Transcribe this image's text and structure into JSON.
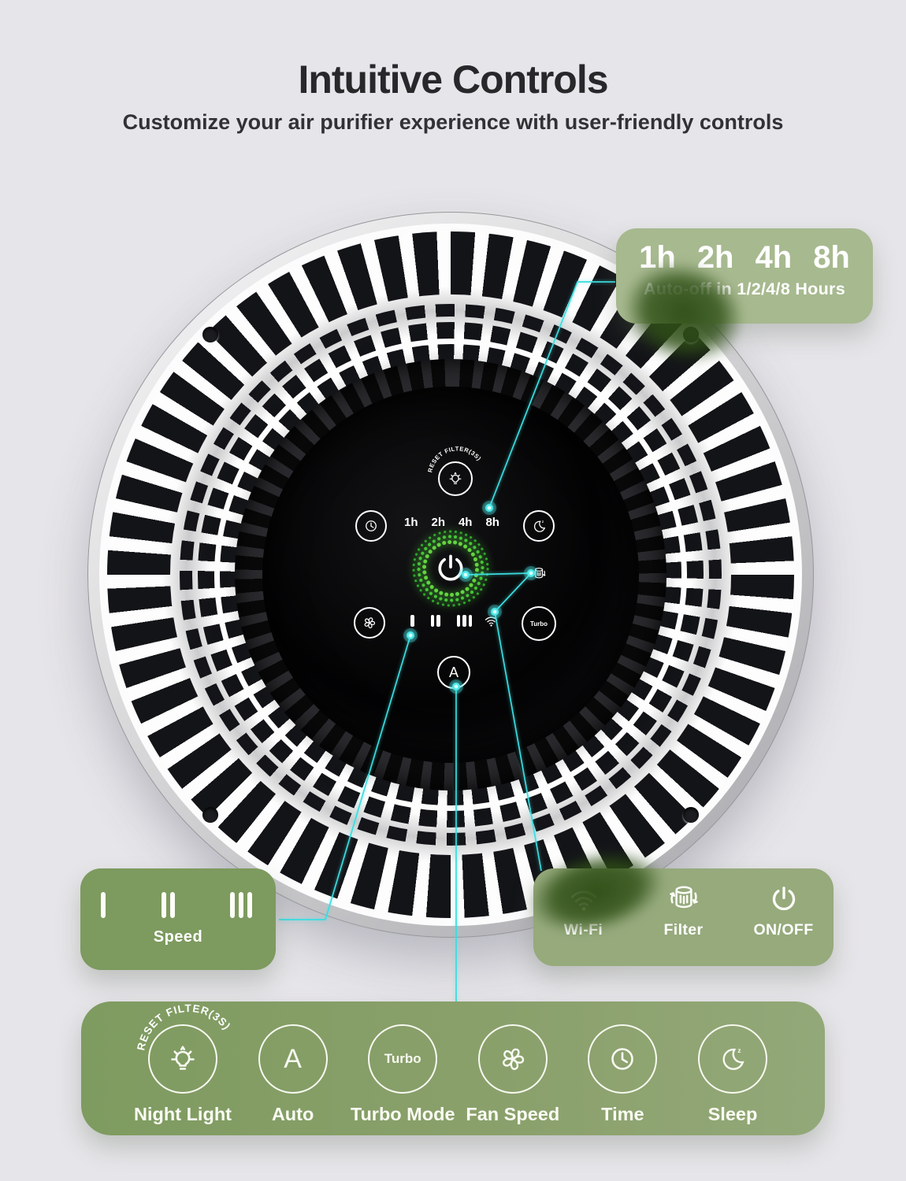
{
  "header": {
    "title": "Intuitive Controls",
    "subtitle": "Customize your air purifier experience with user-friendly controls"
  },
  "timer_hours": [
    "1h",
    "2h",
    "4h",
    "8h"
  ],
  "device_panel": {
    "reset_filter_label": "RESET FILTER(3S)",
    "turbo_label": "Turbo",
    "auto_label": "A",
    "speed_levels": [
      "I",
      "II",
      "III"
    ],
    "icons": [
      "night-light-icon",
      "timer-icon",
      "sleep-icon",
      "power-icon",
      "filter-icon",
      "fan-icon",
      "wifi-icon"
    ]
  },
  "callouts": {
    "timer": {
      "caption": "Auto-off in 1/2/4/8 Hours",
      "bg": "#a7b98f"
    },
    "speed": {
      "label": "Speed",
      "bg": "#7d9a5f"
    },
    "connectivity": {
      "bg": "#96aa7c",
      "items": [
        {
          "icon": "wifi-icon",
          "label": "Wi-Fi"
        },
        {
          "icon": "filter-icon",
          "label": "Filter"
        },
        {
          "icon": "power-icon",
          "label": "ON/OFF"
        }
      ]
    },
    "features": {
      "bg": "#7e9b60",
      "reset_filter_label": "RESET FILTER(3S)",
      "items": [
        {
          "icon": "night-light-icon",
          "label": "Night Light"
        },
        {
          "icon": "auto-icon",
          "label": "Auto"
        },
        {
          "icon": "turbo-icon",
          "label": "Turbo Mode"
        },
        {
          "icon": "fan-icon",
          "label": "Fan Speed"
        },
        {
          "icon": "clock-icon",
          "label": "Time"
        },
        {
          "icon": "moon-icon",
          "label": "Sleep"
        }
      ]
    }
  },
  "colors": {
    "background": "#e6e5e9",
    "accent_cyan": "#3adde0",
    "glow_green": "#4ec93b",
    "box_text": "#ffffff"
  }
}
